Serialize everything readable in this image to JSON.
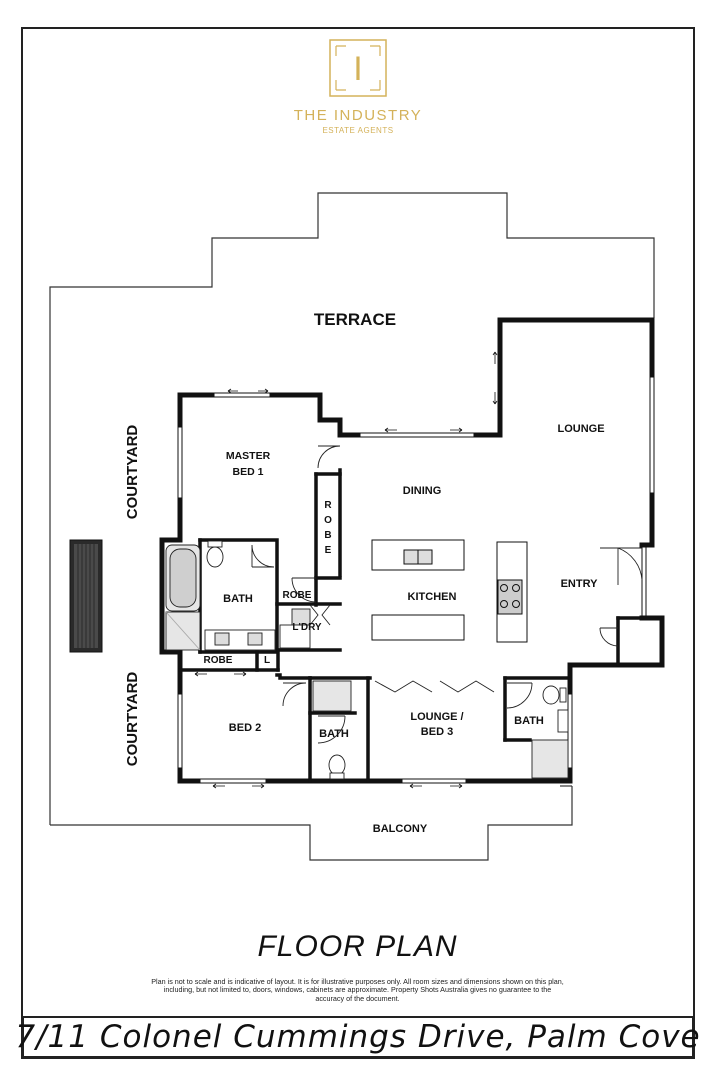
{
  "logo": {
    "letter": "I",
    "name": "THE INDUSTRY",
    "tagline": "ESTATE AGENTS",
    "color": "#d4b25a"
  },
  "rooms": {
    "terrace": "TERRACE",
    "lounge": "LOUNGE",
    "master_bed_line1": "MASTER",
    "master_bed_line2": "BED 1",
    "dining": "DINING",
    "robe_vertical": [
      "R",
      "O",
      "B",
      "E"
    ],
    "kitchen": "KITCHEN",
    "entry": "ENTRY",
    "bath_master": "BATH",
    "robe_small": "ROBE",
    "ldry": "L'DRY",
    "robe_bed2": "ROBE",
    "linen": "L",
    "bed2": "BED 2",
    "bath_bed2": "BATH",
    "lounge_bed3_line1": "LOUNGE /",
    "lounge_bed3_line2": "BED 3",
    "bath_bed3": "BATH",
    "balcony": "BALCONY",
    "courtyard_top": "COURTYARD",
    "courtyard_bottom": "COURTYARD"
  },
  "title": "FLOOR PLAN",
  "disclaimer": "Plan is not to scale and is indicative of layout. It is for illustrative purposes only. All room sizes and dimensions shown on this plan, including, but not limited to, doors, windows, cabinets are approximate. Property Shots Australia gives no guarantee to the accuracy of the document.",
  "address": "7/11 Colonel Cummings Drive, Palm Cove"
}
